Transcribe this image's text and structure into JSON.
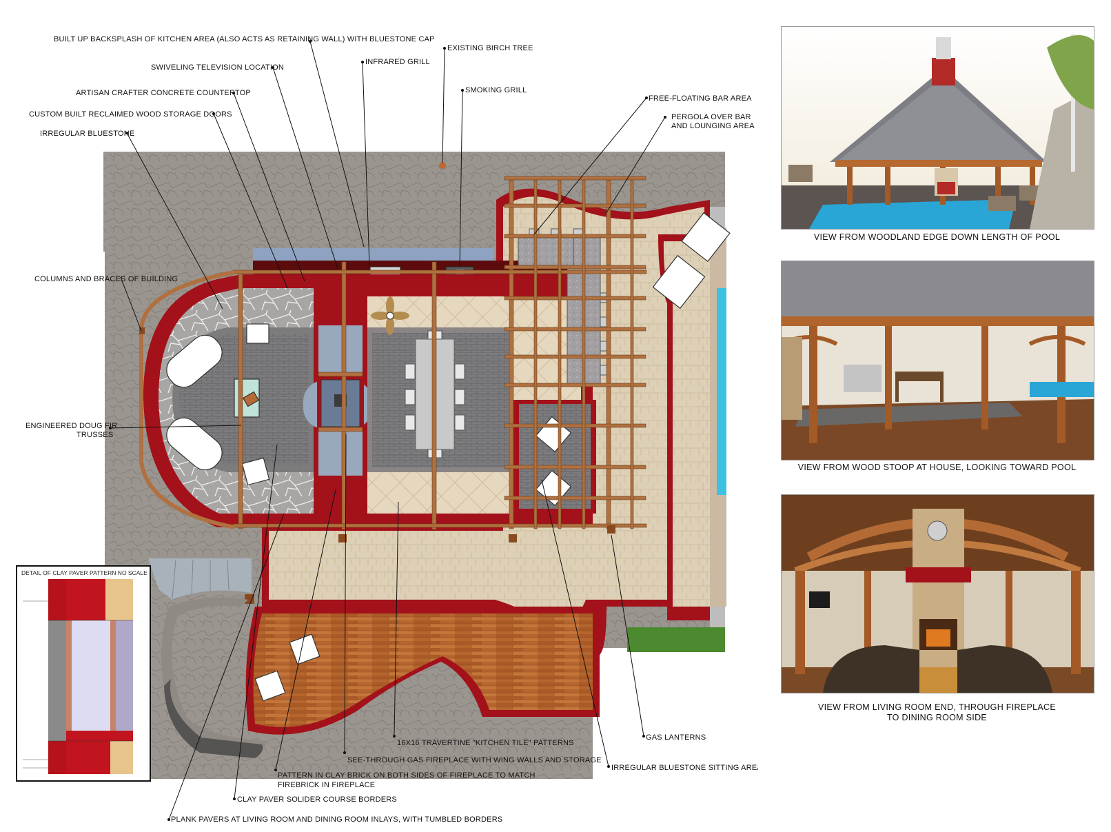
{
  "plan": {
    "labels": {
      "backsplash": "BUILT UP BACKSPLASH OF KITCHEN AREA (ALSO ACTS AS RETAINING WALL) WITH BLUESTONE CAP",
      "birch": "EXISTING BIRCH TREE",
      "infrared": "INFRARED GRILL",
      "tv": "SWIVELING TELEVISION LOCATION",
      "smoking": "SMOKING GRILL",
      "countertop": "ARTISAN CRAFTER CONCRETE COUNTERTOP",
      "bar": "FREE-FLOATING BAR AREA",
      "pergola_1": "PERGOLA OVER BAR",
      "pergola_2": "AND LOUNGING AREA",
      "storage": "CUSTOM BUILT RECLAIMED WOOD STORAGE DOORS",
      "bluestone": "IRREGULAR BLUESTONE",
      "columns": "COLUMNS AND BRACES OF BUILDING",
      "trusses_1": "ENGINEERED DOUG FIR",
      "trusses_2": "TRUSSES",
      "travertine": "16X16 TRAVERTINE \"KITCHEN TILE\" PATTERNS",
      "lanterns": "GAS LANTERNS",
      "fireplace": "SEE-THROUGH GAS FIREPLACE WITH WING WALLS AND STORAGE",
      "sitting": "IRREGULAR BLUESTONE SITTING AREA",
      "brick_1": "PATTERN IN CLAY BRICK ON BOTH SIDES OF FIREPLACE TO MATCH",
      "brick_2": "FIREBRICK IN FIREPLACE",
      "solider": "CLAY PAVER SOLIDER COURSE BORDERS",
      "plank": "PLANK PAVERS AT LIVING ROOM AND DINING ROOM INLAYS, WITH TUMBLED BORDERS"
    },
    "detail_title": "DETAIL OF CLAY PAVER PATTERN NO SCALE"
  },
  "views": [
    {
      "caption": "VIEW FROM WOODLAND EDGE DOWN LENGTH OF POOL"
    },
    {
      "caption": "VIEW FROM WOOD STOOP AT HOUSE, LOOKING TOWARD POOL"
    },
    {
      "caption_1": "VIEW FROM LIVING ROOM END, THROUGH FIREPLACE",
      "caption_2": "TO DINING ROOM SIDE"
    }
  ],
  "colors": {
    "clay_red": "#a3111a",
    "bluestone_gray": "#8f8c88",
    "travertine": "#e0cfb0",
    "wood": "#b5652d",
    "pool": "#3cc2e0",
    "beam": "#b0703f"
  }
}
